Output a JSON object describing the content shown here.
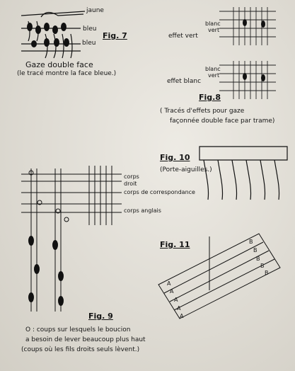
{
  "fig7": {
    "title": "Fig. 7",
    "labels": {
      "yellow": "jaune",
      "blue1": "bleu",
      "blue2": "bleu"
    },
    "caption_title": "Gaze double face",
    "caption_note": "(le tracé montre la face bleue.)"
  },
  "fig8": {
    "title": "Fig.8",
    "top_labels": {
      "white": "blanc",
      "green": "vert",
      "effect": "effet vert"
    },
    "bottom_labels": {
      "white": "blanc",
      "green": "vert",
      "effect": "effet blanc"
    },
    "caption_line1": "( Tracés d'effets pour gaze",
    "caption_line2": "façonnée double face par trame)"
  },
  "fig10": {
    "title": "Fig. 10",
    "subtitle": "(Porte-aiguilles.)"
  },
  "fig9": {
    "title": "Fig. 9",
    "labels": {
      "corps": "corps",
      "droit": "droit",
      "correspondance": "corps de correspondance",
      "anglais": "corps anglais"
    },
    "caption_line1": "O : coups sur lesquels le boucion",
    "caption_line2": "a besoin de lever beaucoup plus haut",
    "caption_line3": "(coups où les fils droits seuls lèvent.)"
  },
  "fig11": {
    "title": "Fig. 11",
    "letters_a": [
      "A",
      "A",
      "A",
      "A",
      "A"
    ],
    "letters_b": [
      "B",
      "B",
      "B",
      "B",
      "B"
    ]
  }
}
